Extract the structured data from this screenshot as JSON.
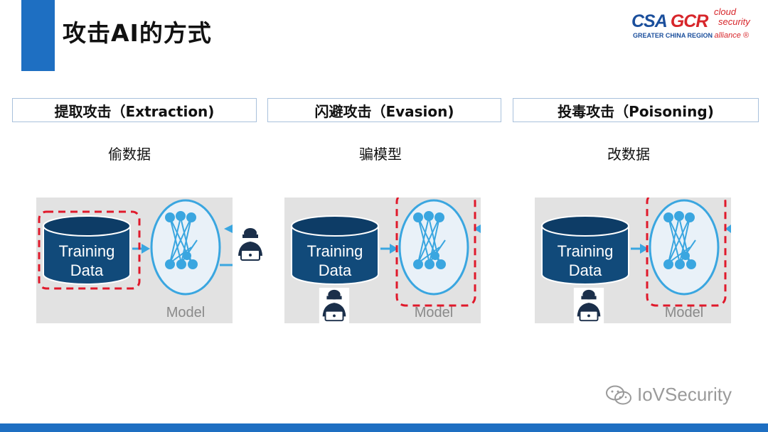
{
  "title": "攻击AI的方式",
  "logo": {
    "csa": "CSA",
    "gcr": "GCR",
    "side_line1": "cloud",
    "side_line2": "security",
    "region": "GREATER CHINA REGION",
    "alliance": "alliance ®"
  },
  "attacks": [
    {
      "label": "提取攻击（Extraction)",
      "desc": "偷数据",
      "db_line1": "Training",
      "db_line2": "Data",
      "model_label": "Model"
    },
    {
      "label": "闪避攻击（Evasion)",
      "desc": "骗模型",
      "db_line1": "Training",
      "db_line2": "Data",
      "model_label": "Model"
    },
    {
      "label": "投毒攻击（Poisoning)",
      "desc": "改数据",
      "db_line1": "Training",
      "db_line2": "Data",
      "model_label": "Model"
    }
  ],
  "watermark": "IoVSecurity",
  "colors": {
    "accent": "#1e6fc2",
    "highlight": "#e0192b",
    "model": "#3aa6e0",
    "db": "#114a7a"
  }
}
